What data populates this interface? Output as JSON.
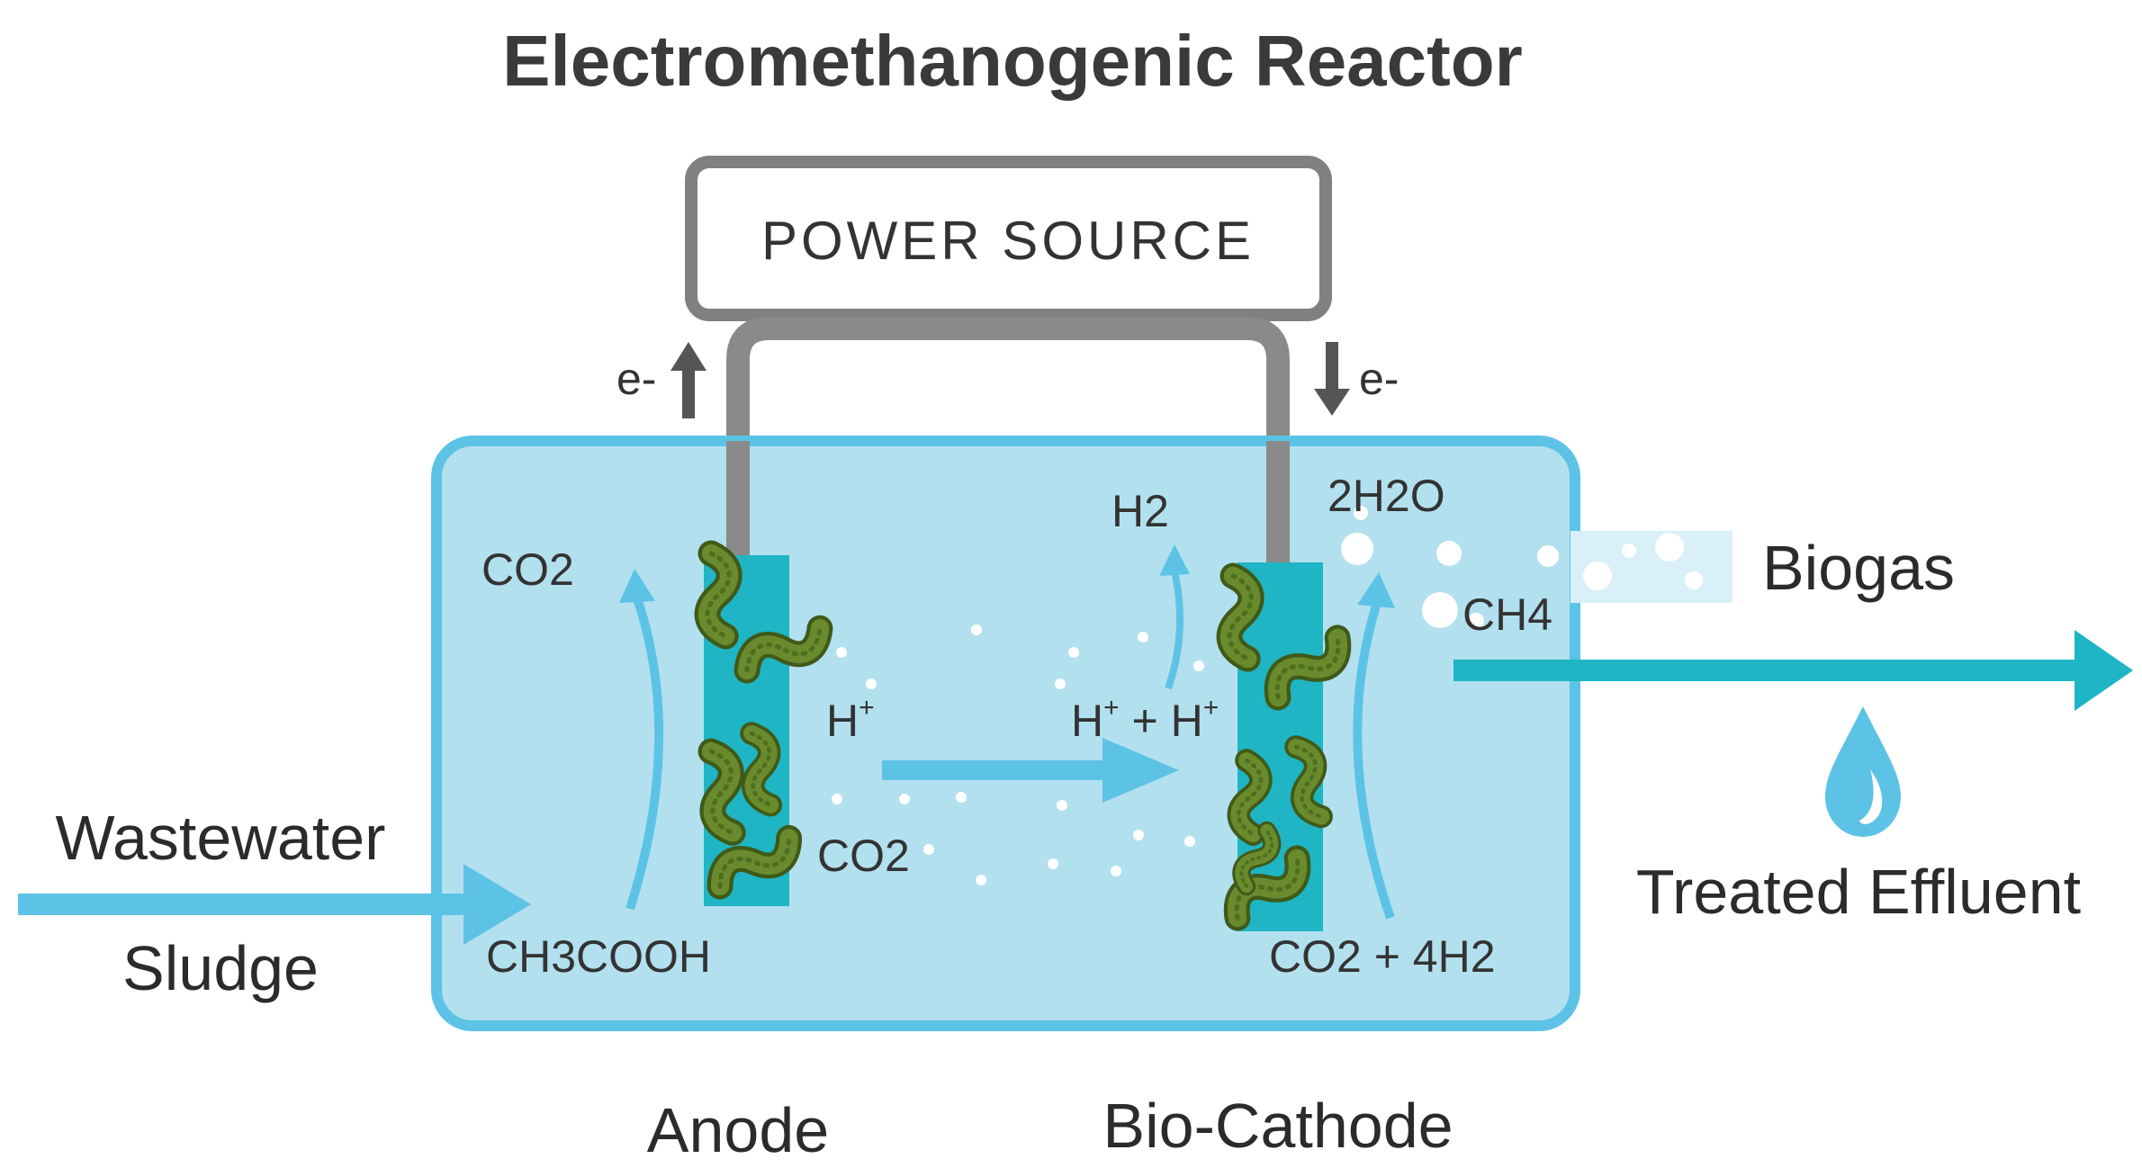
{
  "title": "Electromethanogenic Reactor",
  "power_source": "POWER SOURCE",
  "electron_left": "e-",
  "electron_right": "e-",
  "anode": {
    "label": "Anode",
    "co2_top": "CO2",
    "co2_side": "CO2",
    "acetate": "CH3COOH",
    "proton": "H",
    "proton_sup": "+"
  },
  "cathode": {
    "label": "Bio-Cathode",
    "h2": "H2",
    "water": "2H2O",
    "methane": "CH4",
    "reactants": "CO2 + 4H2",
    "protons_a": "H",
    "protons_b": " + H",
    "protons_sup": "+"
  },
  "inputs": {
    "wastewater": "Wastewater",
    "sludge": "Sludge"
  },
  "outputs": {
    "biogas": "Biogas",
    "effluent": "Treated Effluent"
  },
  "colors": {
    "tank_fill": "#b3e0ef",
    "tank_border": "#5dc3e6",
    "electrode": "#1fb5c4",
    "wire": "#8a8a8a",
    "bacteria": "#5f7d2a",
    "arrow_light": "#5dc3e6",
    "arrow_dark": "#1fb5c4",
    "text": "#333333"
  }
}
